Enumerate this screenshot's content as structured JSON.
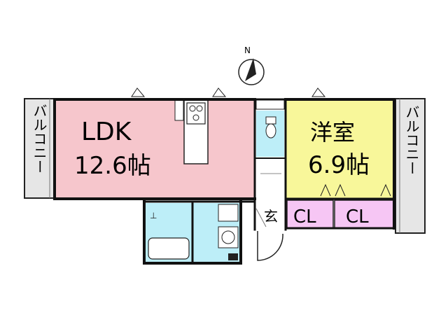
{
  "compass": {
    "label": "N"
  },
  "rooms": {
    "ldk": {
      "name": "LDK",
      "size": "12.6帖"
    },
    "western": {
      "name": "洋室",
      "size": "6.9帖"
    },
    "entrance": {
      "name": "玄"
    },
    "closet_left": {
      "name": "CL"
    },
    "closet_right": {
      "name": "CL"
    }
  },
  "balconies": {
    "left": {
      "label": "バルコニー"
    },
    "right": {
      "label": "バルコニー"
    }
  },
  "colors": {
    "ldk": "#f6c6cc",
    "western": "#f8f79a",
    "wet_area": "#bdeef8",
    "closet": "#f6c6f4",
    "balcony": "#e6e6e6",
    "wall": "#111111"
  }
}
